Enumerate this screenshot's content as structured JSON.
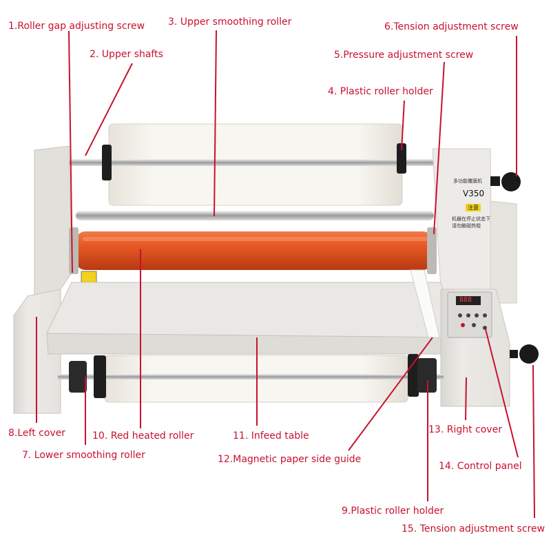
{
  "labels": [
    {
      "id": "l1",
      "text": "1.Roller gap adjusting screw"
    },
    {
      "id": "l2",
      "text": "2. Upper shafts"
    },
    {
      "id": "l3",
      "text": "3. Upper smoothing roller"
    },
    {
      "id": "l4",
      "text": "4. Plastic roller holder"
    },
    {
      "id": "l5",
      "text": "5.Pressure adjustment screw"
    },
    {
      "id": "l6",
      "text": "6.Tension adjustment screw"
    },
    {
      "id": "l7",
      "text": "7. Lower smoothing roller"
    },
    {
      "id": "l8",
      "text": "8.Left cover"
    },
    {
      "id": "l9",
      "text": "9.Plastic roller holder"
    },
    {
      "id": "l10",
      "text": "10. Red heated roller"
    },
    {
      "id": "l11",
      "text": "11. Infeed table"
    },
    {
      "id": "l12",
      "text": "12.Magnetic paper side guide"
    },
    {
      "id": "l13",
      "text": "13. Right cover"
    },
    {
      "id": "l14",
      "text": "14. Control panel"
    },
    {
      "id": "l15",
      "text": "15. Tension adjustment screw"
    }
  ],
  "machine": {
    "model": "V350",
    "panel_title": "多功能覆膜机",
    "warning_title": "注意",
    "warning_text_1": "机器在停止状态下",
    "warning_text_2": "请勿触碰热辊",
    "display_value": "888"
  },
  "colors": {
    "leader": "#c8102e",
    "label": "#c8102e",
    "heated_roller": "#e05a2a",
    "machine_body": "#ecebe8",
    "film": "#f6f4ef"
  }
}
